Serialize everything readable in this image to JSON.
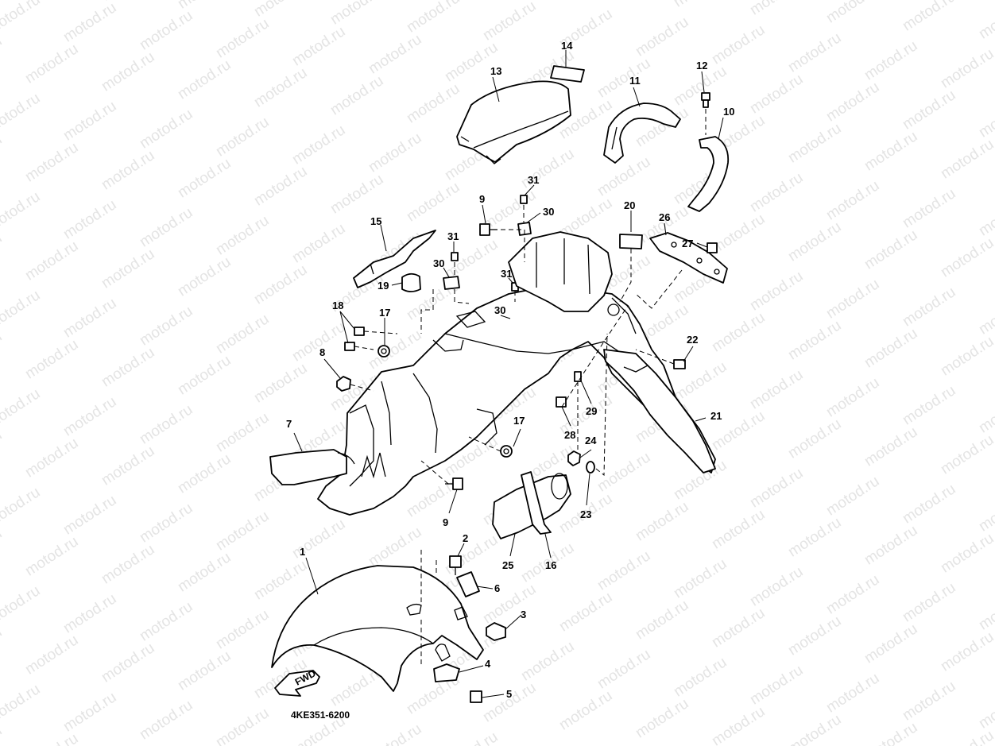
{
  "watermark": {
    "text": "motod.ru"
  },
  "diagram": {
    "drawing_code": "4KE351-6200",
    "front_arrow_label": "FWD",
    "callouts": {
      "c1": "1",
      "c2": "2",
      "c3": "3",
      "c4": "4",
      "c5": "5",
      "c6": "6",
      "c7": "7",
      "c8": "8",
      "c9a": "9",
      "c9b": "9",
      "c10": "10",
      "c11": "11",
      "c12": "12",
      "c13": "13",
      "c14": "14",
      "c15": "15",
      "c16": "16",
      "c17a": "17",
      "c17b": "17",
      "c18": "18",
      "c19": "19",
      "c20": "20",
      "c21": "21",
      "c22": "22",
      "c23": "23",
      "c24": "24",
      "c25": "25",
      "c26": "26",
      "c27": "27",
      "c28": "28",
      "c29": "29",
      "c30a": "30",
      "c30b": "30",
      "c30c": "30",
      "c31a": "31",
      "c31b": "31",
      "c31c": "31"
    }
  }
}
